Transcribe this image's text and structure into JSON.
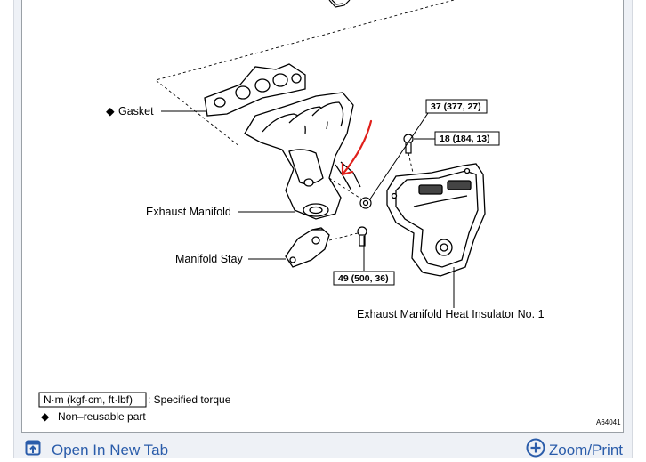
{
  "diagram": {
    "labels": {
      "gasket": "Gasket",
      "exhaust_manifold": "Exhaust Manifold",
      "manifold_stay": "Manifold Stay",
      "heat_insulator": "Exhaust Manifold Heat Insulator No. 1"
    },
    "torque": {
      "t1": "37 (377, 27)",
      "t2": "18 (184, 13)",
      "t3": "49 (500, 36)"
    },
    "legend": {
      "units": "N·m (kgf·cm, ft·lbf)",
      "specified_torque": ": Specified torque",
      "non_reusable": "Non–reusable part"
    },
    "figure_code": "A64041",
    "annotation_color": "#e0201b"
  },
  "toolbar": {
    "open_new_tab": "Open In New Tab",
    "zoom_print": "Zoom/Print",
    "link_color": "#2a5caa"
  }
}
